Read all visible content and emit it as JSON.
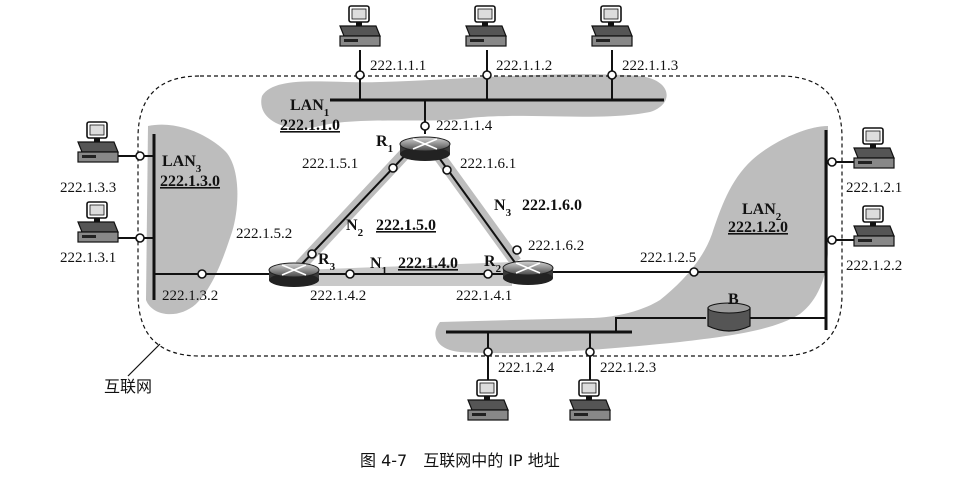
{
  "caption": "图 4-7　互联网中的 IP 地址",
  "internet_label": "互联网",
  "routers": [
    {
      "id": "R1",
      "name": "R",
      "sub": "1"
    },
    {
      "id": "R2",
      "name": "R",
      "sub": "2"
    },
    {
      "id": "R3",
      "name": "R",
      "sub": "3"
    }
  ],
  "bridge": {
    "name": "B"
  },
  "networks": [
    {
      "id": "LAN1",
      "name": "LAN",
      "sub": "1",
      "address": "222.1.1.0"
    },
    {
      "id": "LAN2",
      "name": "LAN",
      "sub": "2",
      "address": "222.1.2.0"
    },
    {
      "id": "LAN3",
      "name": "LAN",
      "sub": "3",
      "address": "222.1.3.0"
    },
    {
      "id": "N1",
      "name": "N",
      "sub": "1",
      "address": "222.1.4.0"
    },
    {
      "id": "N2",
      "name": "N",
      "sub": "2",
      "address": "222.1.5.0"
    },
    {
      "id": "N3",
      "name": "N",
      "sub": "3",
      "address": "222.1.6.0"
    }
  ],
  "hosts": [
    {
      "id": "h-1-1",
      "ip": "222.1.1.1",
      "network": "LAN1"
    },
    {
      "id": "h-1-2",
      "ip": "222.1.1.2",
      "network": "LAN1"
    },
    {
      "id": "h-1-3",
      "ip": "222.1.1.3",
      "network": "LAN1"
    },
    {
      "id": "h-2-1",
      "ip": "222.1.2.1",
      "network": "LAN2"
    },
    {
      "id": "h-2-2",
      "ip": "222.1.2.2",
      "network": "LAN2"
    },
    {
      "id": "h-2-3",
      "ip": "222.1.2.3",
      "network": "LAN2"
    },
    {
      "id": "h-2-4",
      "ip": "222.1.2.4",
      "network": "LAN2"
    },
    {
      "id": "h-3-3",
      "ip": "222.1.3.3",
      "network": "LAN3"
    },
    {
      "id": "h-3-1",
      "ip": "222.1.3.1",
      "network": "LAN3"
    }
  ],
  "router_interfaces": [
    {
      "id": "r1-lan1",
      "ip": "222.1.1.4",
      "router": "R1"
    },
    {
      "id": "r1-n2",
      "ip": "222.1.5.1",
      "router": "R1"
    },
    {
      "id": "r1-n3",
      "ip": "222.1.6.1",
      "router": "R1"
    },
    {
      "id": "r2-n3",
      "ip": "222.1.6.2",
      "router": "R2"
    },
    {
      "id": "r2-n1",
      "ip": "222.1.4.1",
      "router": "R2"
    },
    {
      "id": "r2-lan2",
      "ip": "222.1.2.5",
      "router": "R2"
    },
    {
      "id": "r3-n2",
      "ip": "222.1.5.2",
      "router": "R3"
    },
    {
      "id": "r3-n1",
      "ip": "222.1.4.2",
      "router": "R3"
    },
    {
      "id": "r3-lan3",
      "ip": "222.1.3.2",
      "router": "R3"
    }
  ]
}
